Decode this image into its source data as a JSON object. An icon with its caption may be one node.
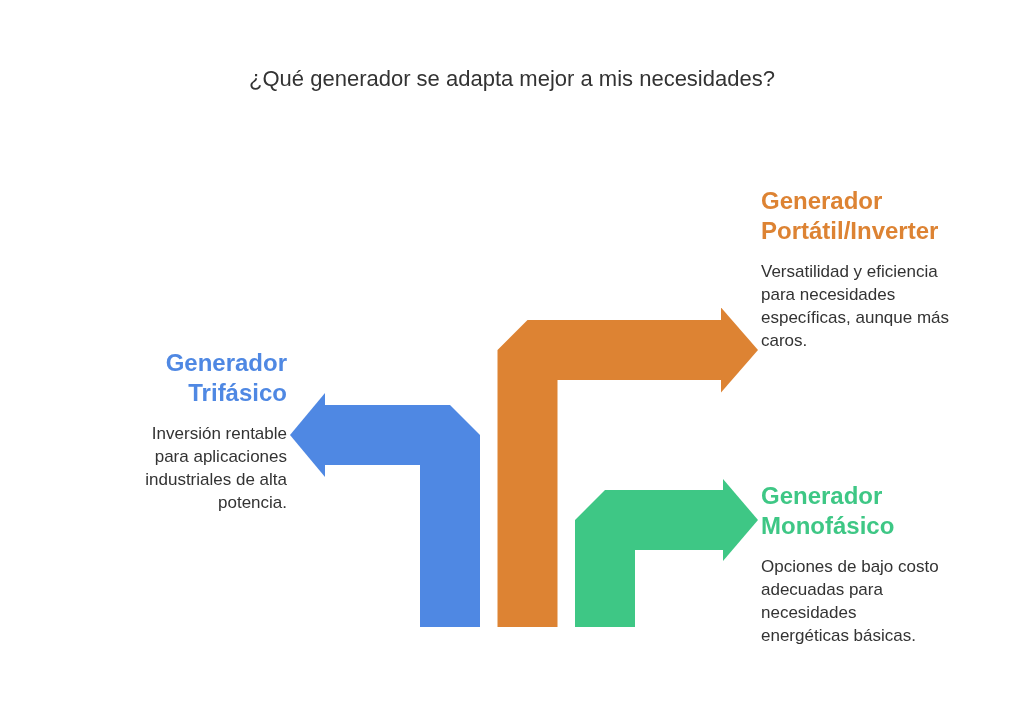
{
  "diagram": {
    "title": "¿Qué generador se adapta mejor a mis necesidades?",
    "nodes": [
      {
        "text": [
          "Generador Portátil/Inverter",
          "Versatilidad y eficiencia para necesidades específicas, aunque más caros."
        ]
      },
      {
        "text": [
          "Generador Trifásico",
          "Inversión rentable para aplicaciones industriales de alta potencia."
        ]
      },
      {
        "text": [
          "Generador Monofásico",
          "Opciones de bajo costo adecuadas para necesidades energéticas básicas."
        ]
      }
    ],
    "edges": [
      {
        "from": null,
        "to": 1,
        "arrow": "to",
        "color": "#4f88e3"
      },
      {
        "from": null,
        "to": 0,
        "arrow": "to",
        "color": "#dd8333"
      },
      {
        "from": null,
        "to": 2,
        "arrow": "to",
        "color": "#3ec785"
      }
    ]
  }
}
